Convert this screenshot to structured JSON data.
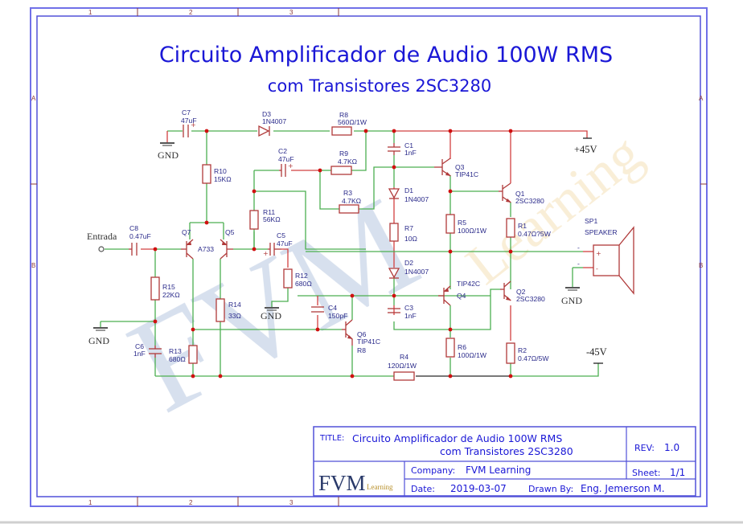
{
  "header": {
    "title_line1": "Circuito Amplificador de Audio 100W RMS",
    "title_line2": "com Transistores 2SC3280"
  },
  "frame": {
    "columns": [
      "1",
      "2",
      "3"
    ],
    "rows": [
      "A",
      "B"
    ]
  },
  "watermark": {
    "text_main": "FVM",
    "text_sub": "Learning"
  },
  "components": {
    "C7": {
      "ref": "C7",
      "value": "47uF"
    },
    "D3": {
      "ref": "D3",
      "value": "1N4007"
    },
    "R8": {
      "ref": "R8",
      "value": "560Ω/1W"
    },
    "C1": {
      "ref": "C1",
      "value": "1nF"
    },
    "C2": {
      "ref": "C2",
      "value": "47uF"
    },
    "R9": {
      "ref": "R9",
      "value": "4.7KΩ"
    },
    "R10": {
      "ref": "R10",
      "value": "15KΩ"
    },
    "R3": {
      "ref": "R3",
      "value": "4.7KΩ"
    },
    "D1": {
      "ref": "D1",
      "value": "1N4007"
    },
    "Q3": {
      "ref": "Q3",
      "value": "TIP41C"
    },
    "Q1": {
      "ref": "Q1",
      "value": "2SC3280"
    },
    "R11": {
      "ref": "R11",
      "value": "56KΩ"
    },
    "R7": {
      "ref": "R7",
      "value": "10Ω"
    },
    "R5": {
      "ref": "R5",
      "value": "100Ω/1W"
    },
    "R1": {
      "ref": "R1",
      "value": "0.47Ω?5W"
    },
    "SP1": {
      "ref": "SP1",
      "value": "SPEAKER"
    },
    "C8": {
      "ref": "C8",
      "value": "0.47uF"
    },
    "Q7": {
      "ref": "Q7",
      "value": ""
    },
    "Q5": {
      "ref": "Q5",
      "value": ""
    },
    "A733": {
      "ref": "A733",
      "value": ""
    },
    "C5": {
      "ref": "C5",
      "value": "47uF"
    },
    "R12": {
      "ref": "R12",
      "value": "680Ω"
    },
    "D2": {
      "ref": "D2",
      "value": "1N4007"
    },
    "Q4": {
      "ref": "Q4",
      "value": "TIP42C"
    },
    "Q2": {
      "ref": "Q2",
      "value": "2SC3280"
    },
    "R15": {
      "ref": "R15",
      "value": "22KΩ"
    },
    "R14": {
      "ref": "R14",
      "value": "33Ω"
    },
    "C4": {
      "ref": "C4",
      "value": "150pF"
    },
    "C3": {
      "ref": "C3",
      "value": "1nF"
    },
    "C6": {
      "ref": "C6",
      "value": "1nF"
    },
    "R13": {
      "ref": "R13",
      "value": "680Ω"
    },
    "Q6": {
      "ref": "Q6",
      "value": "TIP41C",
      "extra": "R8"
    },
    "R4": {
      "ref": "R4",
      "value": "120Ω/1W"
    },
    "R6": {
      "ref": "R6",
      "value": "100Ω/1W"
    },
    "R2": {
      "ref": "R2",
      "value": "0.47Ω/5W"
    }
  },
  "nets": {
    "gnd": "GND",
    "vpos": "+45V",
    "vneg": "-45V",
    "input": "Entrada",
    "spk_plus": "+",
    "spk_minus": "-"
  },
  "title_block": {
    "title_key": "TITLE:",
    "title_line1": "Circuito Amplificador de Audio 100W RMS",
    "title_line2": "com Transistores 2SC3280",
    "rev_key": "REV:",
    "rev_value": "1.0",
    "company_key": "Company:",
    "company_value": "FVM Learning",
    "sheet_key": "Sheet:",
    "sheet_value": "1/1",
    "date_key": "Date:",
    "date_value": "2019-03-07",
    "drawn_key": "Drawn By:",
    "drawn_value": "Eng. Jemerson M.",
    "logo_main": "FVM",
    "logo_sub": "Learning"
  }
}
